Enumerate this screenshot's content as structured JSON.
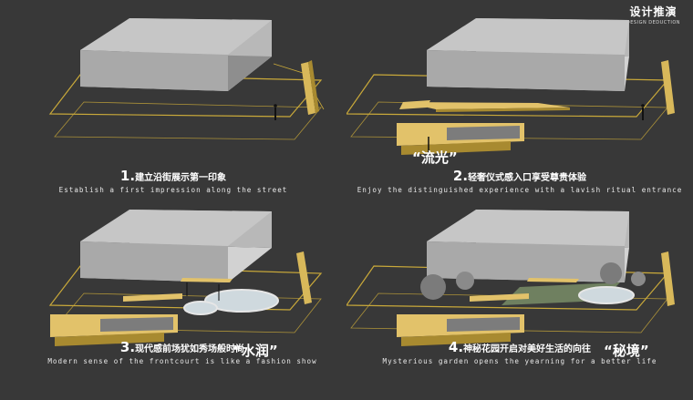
{
  "header": {
    "title": "设计推演",
    "subtitle": "DESIGN DEDUCTION"
  },
  "steps": [
    {
      "num": "1.",
      "title": "建立沿街展示第一印象",
      "english": "Establish a first impression along the street"
    },
    {
      "num": "2.",
      "title": "轻奢仪式感入口享受尊贵体验",
      "english": "Enjoy the distinguished experience with a lavish ritual entrance",
      "tag": "“流光”"
    },
    {
      "num": "3.",
      "title": "现代感前场犹如秀场般时尚",
      "english": "Modern sense of the frontcourt is like a fashion show",
      "tag": "“水润”"
    },
    {
      "num": "4.",
      "title": "神秘花园开启对美好生活的向往",
      "english": "Mysterious garden opens the yearning for a better life",
      "tag": "“秘境”"
    }
  ],
  "colors": {
    "background": "#383838",
    "outline": "#c9a93a",
    "canopy": "#e2c26a",
    "building": "#a9a9a9"
  }
}
